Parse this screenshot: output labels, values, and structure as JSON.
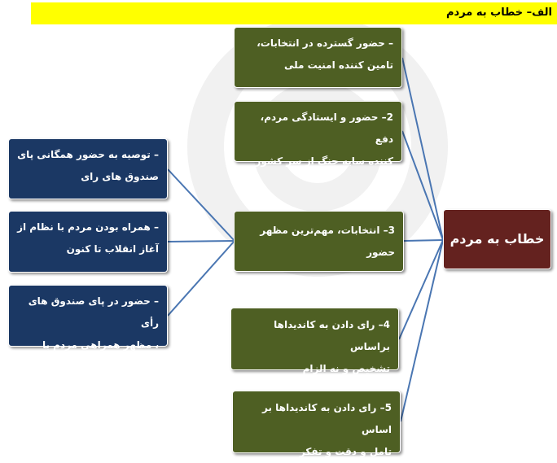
{
  "header": {
    "title": "الف– خطاب به مردم"
  },
  "root": {
    "label": "خطاب به مردم"
  },
  "middle": [
    {
      "line1": "– حضور گسترده در انتخابات،",
      "line2": "تامین کننده امنیت ملی"
    },
    {
      "line1": "2– حضور و ایستادگی مردم، دفع",
      "line2": "کننده سایه جنگ از سر کشور"
    },
    {
      "line1": "3– انتخابات، مهم‌ترین مظهر حضور",
      "line2": ""
    },
    {
      "line1": "4– رای دادن به کاندیداها براساس",
      "line2": "تشخیص و نه الزام"
    },
    {
      "line1": "5– رای دادن به کاندیداها بر اساس",
      "line2": "تامل و دقت و تفکر"
    }
  ],
  "left": [
    {
      "line1": "– توصیه به حضور همگانی پای",
      "line2": "صندوق های رای"
    },
    {
      "line1": "– همراه بودن مردم با نظام از",
      "line2": "آغاز انقلاب تا کنون"
    },
    {
      "line1": "– حضور در پای صندوق های رأی",
      "line2": "، مظهر همراهی مردم با نظام"
    }
  ],
  "colors": {
    "header_bg": "#ffff00",
    "middle_box": "#4e5f23",
    "left_box": "#1b3864",
    "root_box": "#64221f",
    "connector": "#4a76b2"
  }
}
